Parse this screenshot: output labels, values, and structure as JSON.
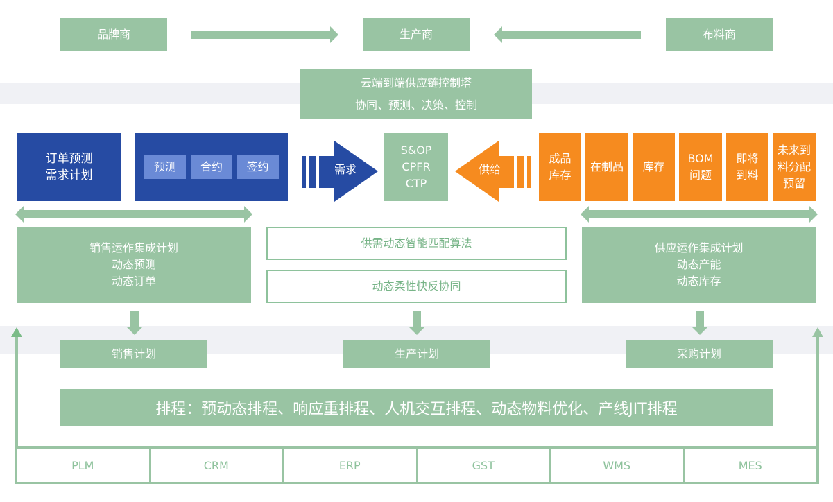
{
  "top_row": {
    "brand": "品牌商",
    "manufacturer": "生产商",
    "fabric_supplier": "布料商"
  },
  "control_tower": {
    "line1": "云端到端供应链控制塔",
    "line2": "协同、预测、决策、控制"
  },
  "demand_side": {
    "plan_box": [
      "订单预测",
      "需求计划"
    ],
    "sub_items": [
      "预测",
      "合约",
      "签约"
    ],
    "arrow_label": "需求"
  },
  "center_box": [
    "S&OP",
    "CPFR",
    "CTP"
  ],
  "supply_side": {
    "arrow_label": "供给",
    "items": [
      [
        "成品",
        "库存"
      ],
      [
        "在制品"
      ],
      [
        "库存"
      ],
      [
        "BOM",
        "问题"
      ],
      [
        "即将",
        "到料"
      ],
      [
        "未来到",
        "料分配",
        "预留"
      ]
    ]
  },
  "sales_ops": [
    "销售运作集成计划",
    "动态预测",
    "动态订单"
  ],
  "algorithms": [
    "供需动态智能匹配算法",
    "动态柔性快反协同"
  ],
  "supply_ops": [
    "供应运作集成计划",
    "动态产能",
    "动态库存"
  ],
  "plans": [
    "销售计划",
    "生产计划",
    "采购计划"
  ],
  "scheduling": "排程：预动态排程、响应重排程、人机交互排程、动态物料优化、产线JIT排程",
  "systems": [
    "PLM",
    "CRM",
    "ERP",
    "GST",
    "WMS",
    "MES"
  ],
  "colors": {
    "green": "#99c4a3",
    "blue": "#264ba3",
    "light_blue": "#6a8ad6",
    "orange": "#f68b1f",
    "band": "#f0f1f5"
  }
}
